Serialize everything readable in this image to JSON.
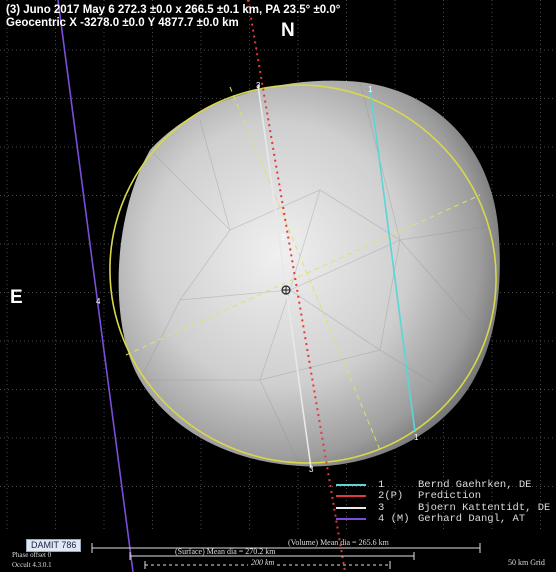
{
  "header": {
    "line1": "(3) Juno 2017 May 6  272.3 ±0.0 x 266.5 ±0.1 km, PA 23.5° ±0.0°",
    "line2": "Geocentric X  -3278.0 ±0.0  Y 4877.7 ±0.0 km"
  },
  "directions": {
    "north": "N",
    "east": "E"
  },
  "chords": [
    {
      "number": "1",
      "flag": "",
      "observer": "Bernd Gaehrken, DE",
      "color": "#5ad6d6"
    },
    {
      "number": "2",
      "flag": "(P)",
      "observer": "Prediction",
      "color": "#e23a3a"
    },
    {
      "number": "3",
      "flag": "",
      "observer": "Bjoern Kattentidt, DE",
      "color": "#e8e8e8"
    },
    {
      "number": "4",
      "flag": "(M)",
      "observer": "Gerhard Dangl, AT",
      "color": "#7a4ed8"
    }
  ],
  "scale": {
    "volume_label": "(Volume) Mean dia = 265.6 km",
    "surface_label": "(Surface) Mean dia = 270.2 km",
    "bar_label": "200 km",
    "grid_label": "50 km Grid"
  },
  "model_badge": "DAMIT 786",
  "footer": {
    "phase": "Phase offset 0",
    "version": "Occult 4.3.0.1"
  },
  "colors": {
    "background": "#000000",
    "ellipse": "#d8d84a",
    "axes": "#e0e070",
    "grid": "#4a4a4a"
  }
}
